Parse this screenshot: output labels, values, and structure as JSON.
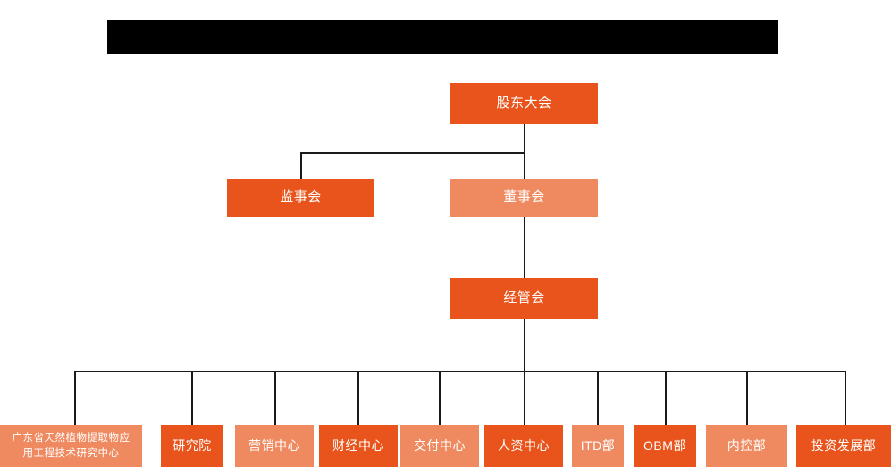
{
  "banner": {
    "label": "",
    "redacted": true,
    "color": "#000000"
  },
  "theme": {
    "dark_orange": "#E8541B",
    "light_orange": "#EF8A60",
    "line_color": "#1a1a1a",
    "text_color": "#ffffff",
    "background": "#ffffff"
  },
  "chart_title": "",
  "nodes": {
    "shareholders_meeting": {
      "label": "股东大会",
      "tone": "dark"
    },
    "board_of_supervisors": {
      "label": "监事会",
      "tone": "dark"
    },
    "board_of_directors": {
      "label": "董事会",
      "tone": "light"
    },
    "management_committee": {
      "label": "经管会",
      "tone": "dark"
    }
  },
  "departments": [
    {
      "label": "广东省天然植物提取物应用工程技术研究中心",
      "line1": "广东省天然植物提取物应",
      "line2": "用工程技术研究中心",
      "tone": "light"
    },
    {
      "label": "研究院",
      "tone": "dark"
    },
    {
      "label": "营销中心",
      "tone": "light"
    },
    {
      "label": "财经中心",
      "tone": "dark"
    },
    {
      "label": "交付中心",
      "tone": "light"
    },
    {
      "label": "人资中心",
      "tone": "dark"
    },
    {
      "label": "ITD部",
      "tone": "light"
    },
    {
      "label": "OBM部",
      "tone": "dark"
    },
    {
      "label": "内控部",
      "tone": "light"
    },
    {
      "label": "投资发展部",
      "tone": "dark"
    }
  ]
}
